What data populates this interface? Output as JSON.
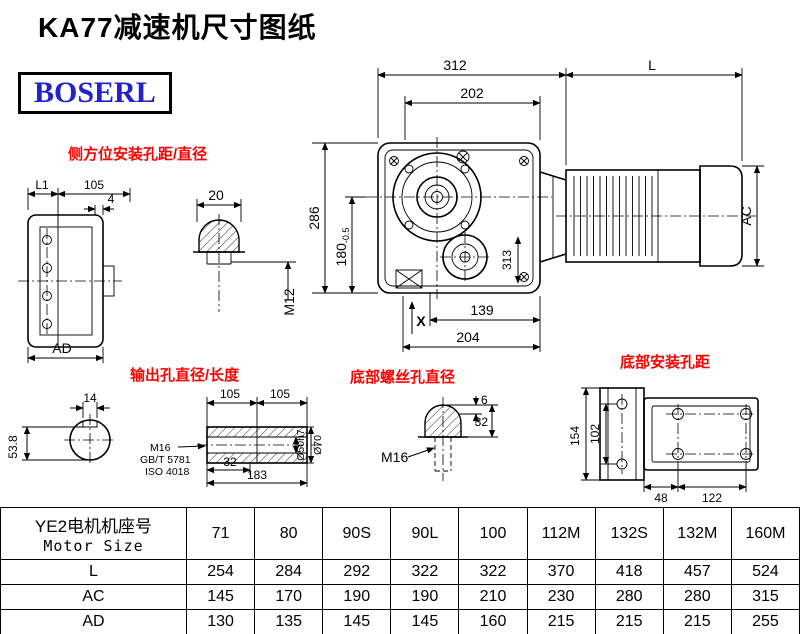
{
  "title": "KA77减速机尺寸图纸",
  "logo": "BOSERL",
  "colors": {
    "label_red": "#ff0000",
    "logo_blue": "#2222cc",
    "line": "#000000"
  },
  "labels": {
    "side_mount": "侧方位安装孔距/直径",
    "output_hole": "输出孔直径/长度",
    "bottom_screw": "底部螺丝孔直径",
    "bottom_mount": "底部安装孔距"
  },
  "dims": {
    "gearbox_width": "312",
    "motor_length": "L",
    "flange_width": "202",
    "total_height": "286",
    "axis_height": "180",
    "axis_height_tol": "-0.5",
    "hole_note": "313",
    "foot_139": "139",
    "foot_204": "204",
    "ref_x": "X",
    "motor_dia": "AC",
    "side_l1": "L1",
    "side_105": "105",
    "side_4": "4",
    "side_ad": "AD",
    "bolt_20": "20",
    "bolt_m12": "M12",
    "key_14": "14",
    "key_538": "53.8",
    "out_105a": "105",
    "out_105b": "105",
    "out_m16": "M16",
    "out_gbt": "GB/T 5781",
    "out_iso": "ISO 4018",
    "out_32": "32",
    "out_183": "183",
    "out_d50": "Ø50h7",
    "out_d70": "Ø70",
    "screw_6": "6",
    "screw_32": "32",
    "screw_m16": "M16",
    "base_154": "154",
    "base_102": "102",
    "base_48": "48",
    "base_122": "122"
  },
  "table": {
    "header_line1": "YE2电机机座号",
    "header_line2": "Motor Size",
    "columns": [
      "71",
      "80",
      "90S",
      "90L",
      "100",
      "112M",
      "132S",
      "132M",
      "160M"
    ],
    "rows": [
      {
        "label": "L",
        "values": [
          "254",
          "284",
          "292",
          "322",
          "322",
          "370",
          "418",
          "457",
          "524"
        ]
      },
      {
        "label": "AC",
        "values": [
          "145",
          "170",
          "190",
          "190",
          "210",
          "230",
          "280",
          "280",
          "315"
        ]
      },
      {
        "label": "AD",
        "values": [
          "130",
          "135",
          "145",
          "145",
          "160",
          "215",
          "215",
          "215",
          "255"
        ]
      }
    ]
  }
}
